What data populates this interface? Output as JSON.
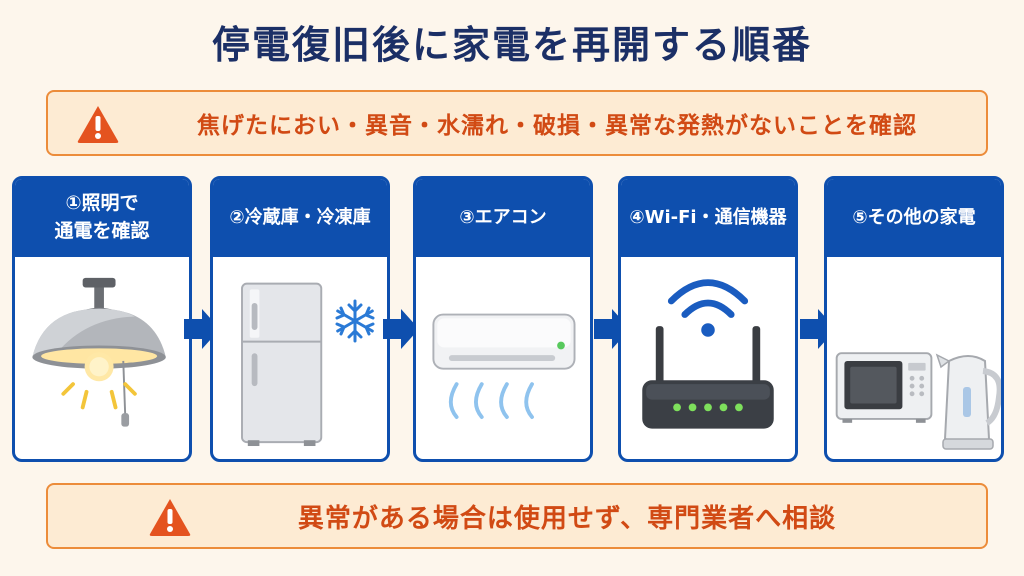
{
  "title": "停電復旧後に家電を再開する順番",
  "top_warning": "焦げたにおい・異音・水濡れ・破損・異常な発熱がないことを確認",
  "bottom_warning": "異常がある場合は使用せず、専門業者へ相談",
  "steps": [
    {
      "label_line1": "①照明で",
      "label_line2": "通電を確認"
    },
    {
      "label": "②冷蔵庫・冷凍庫"
    },
    {
      "label": "③エアコン"
    },
    {
      "label": "④Wi-Fi・通信機器"
    },
    {
      "label": "⑤その他の家電"
    }
  ],
  "icons": [
    "warning-icon",
    "ceiling-lamp-icon",
    "refrigerator-icon",
    "snowflake-icon",
    "air-conditioner-icon",
    "wifi-router-icon",
    "microwave-icon",
    "kettle-icon",
    "arrow-right-icon"
  ],
  "colors": {
    "title": "#1b2f66",
    "step_header": "#0e4fae",
    "warning_text": "#d14a14",
    "warning_border": "#ec8c3a",
    "warning_fill": "#fdebd3",
    "background": "#fdf6ec"
  }
}
